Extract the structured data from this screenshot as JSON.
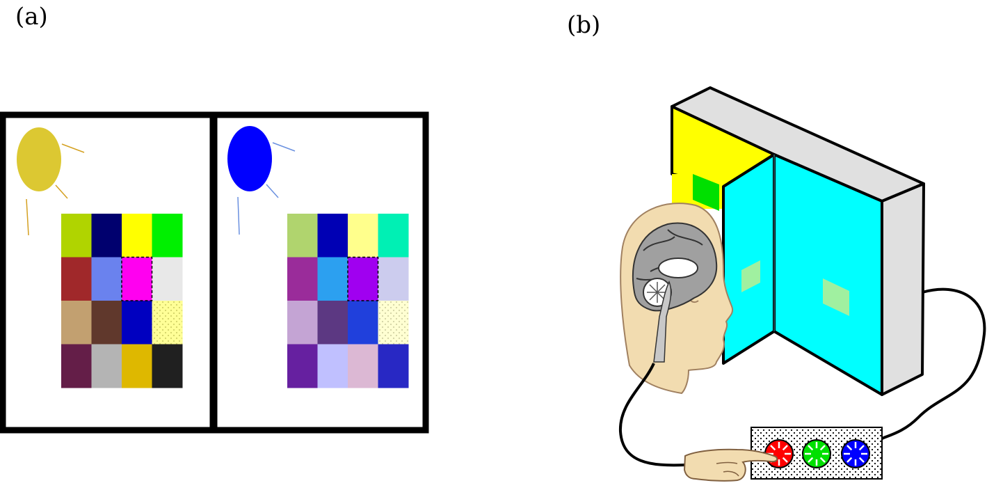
{
  "labels": {
    "panel_a": "(a)",
    "panel_b": "(b)"
  },
  "panel_a": {
    "scenes": [
      {
        "name": "yellow-illuminant",
        "illuminant_color": "#DCC832",
        "ray_color": "#D4A020",
        "grid": [
          [
            "#B0D400",
            "#00006E",
            "#FFFF00",
            "#00F000"
          ],
          [
            "#A0282A",
            "#6A82EE",
            "#FF00F0",
            "#E8E8E8"
          ],
          [
            "#C2A070",
            "#60382C",
            "#0000C0",
            "#FFFF80"
          ],
          [
            "#641E48",
            "#B4B4B4",
            "#DEB800",
            "#202020"
          ]
        ]
      },
      {
        "name": "blue-illuminant",
        "illuminant_color": "#0000FF",
        "ray_color": "#6A90E0",
        "grid": [
          [
            "#B0D46E",
            "#0000B4",
            "#FFFF8C",
            "#00F0B4"
          ],
          [
            "#9A2C9A",
            "#2CA0F0",
            "#A000F0",
            "#CCCCEE"
          ],
          [
            "#C4A4D4",
            "#5C3882",
            "#2040DC",
            "#FFFFC8"
          ],
          [
            "#6620A0",
            "#C0C0FF",
            "#DCB8D4",
            "#2828C4"
          ]
        ]
      }
    ]
  },
  "panel_b": {
    "colors": {
      "box_top": "#E0E0E0",
      "box_side": "#E0E0E0",
      "left_wall": "#FFFF00",
      "panels": "#00FFFF",
      "green_patch": "#00E000",
      "light_patch": "#A0F0A0",
      "skin": "#F2DCB0",
      "brain": "#A0A0A0",
      "buttons": [
        "#FF0000",
        "#00E000",
        "#0000FF"
      ]
    },
    "icons": [
      "brain-head-icon",
      "hand-icon",
      "response-button-icon"
    ]
  }
}
